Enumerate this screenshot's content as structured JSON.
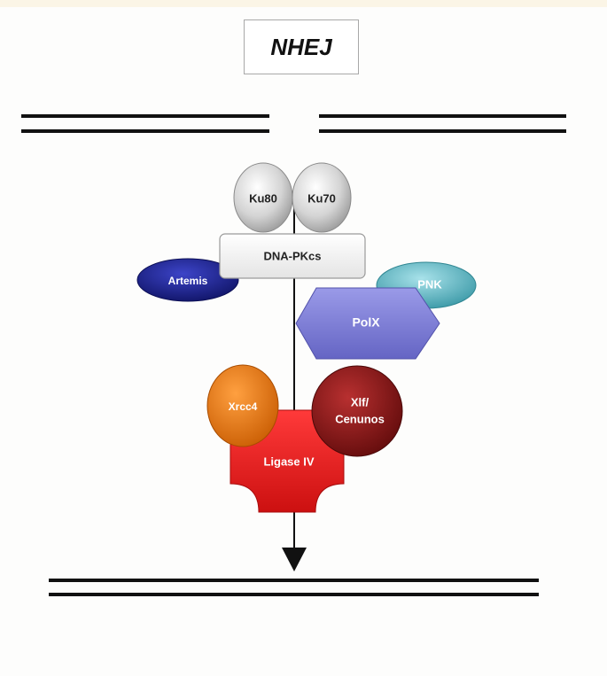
{
  "title": "NHEJ",
  "proteins": {
    "ku80": "Ku80",
    "ku70": "Ku70",
    "dna_pkcs": "DNA-PKcs",
    "artemis": "Artemis",
    "pnk": "PNK",
    "polx": "PolX",
    "xrcc4": "Xrcc4",
    "xlf_line1": "Xlf/",
    "xlf_line2": "Cenunos",
    "ligase_iv": "Ligase IV"
  },
  "colors": {
    "ku": "#cfcfcf",
    "artemis": "#1c1f8c",
    "pnk": "#58b4c0",
    "polx": "#7f7fd6",
    "xrcc4": "#ee7a0e",
    "xlf": "#8c1414",
    "ligase": "#e41c1c"
  }
}
